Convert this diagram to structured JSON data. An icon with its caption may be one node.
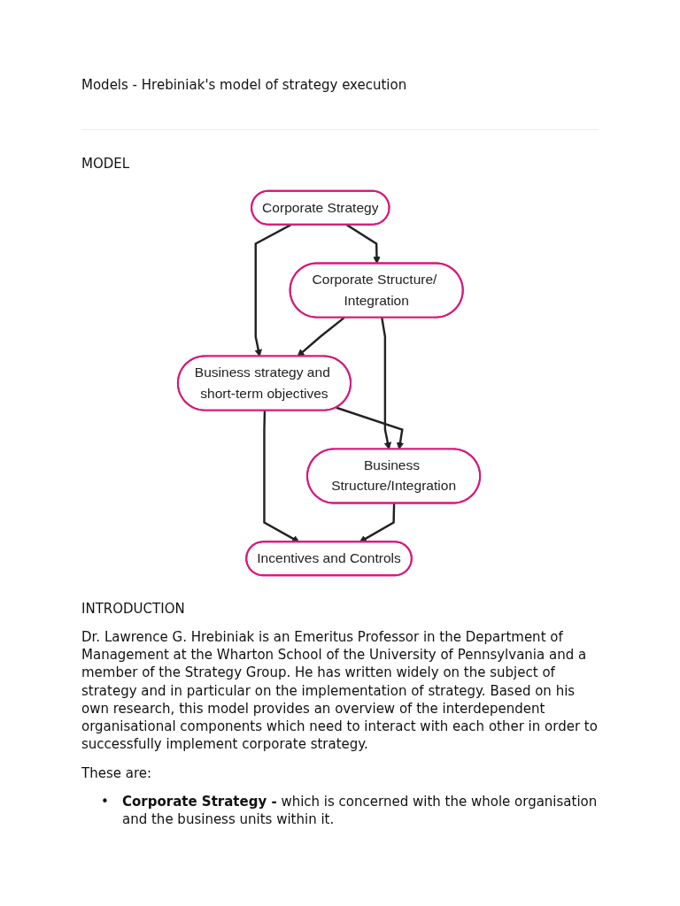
{
  "diagram": {
    "title": "Models - Hrebiniak's model of strategy execution",
    "nodes": [
      {
        "text": [
          "Corporate Strategy"
        ]
      },
      {
        "text": [
          "Corporate Structure/ Integration"
        ]
      },
      {
        "text": [
          "Business strategy and short-term objectives"
        ]
      },
      {
        "text": [
          "Business Structure/Integration"
        ]
      },
      {
        "text": [
          "Incentives and Controls"
        ]
      }
    ],
    "edges": [
      {
        "from": 0,
        "to": 1,
        "arrow": "to"
      },
      {
        "from": 0,
        "to": 2,
        "arrow": "to"
      },
      {
        "from": 1,
        "to": 2,
        "arrow": "to"
      },
      {
        "from": 1,
        "to": 3,
        "arrow": "to"
      },
      {
        "from": 2,
        "to": 3,
        "arrow": "to"
      },
      {
        "from": 2,
        "to": 4,
        "arrow": "to"
      },
      {
        "from": 3,
        "to": 4,
        "arrow": "to"
      }
    ],
    "labels": [
      "MODEL",
      "INTRODUCTION",
      "Dr. Lawrence G. Hrebiniak is an Emeritus Professor in the Department of Management at the Wharton School of the University of Pennsylvania and a member of the Strategy Group. He has written widely on the subject of strategy and in particular on the implementation of strategy. Based on his own research, this model provides an overview of the interdependent organisational components which need to interact with each other in order to successfully implement corporate strategy.",
      "These are:",
      "•",
      "**Corporate Strategy -** which is concerned with the whole organisation and the business units within it."
    ]
  }
}
